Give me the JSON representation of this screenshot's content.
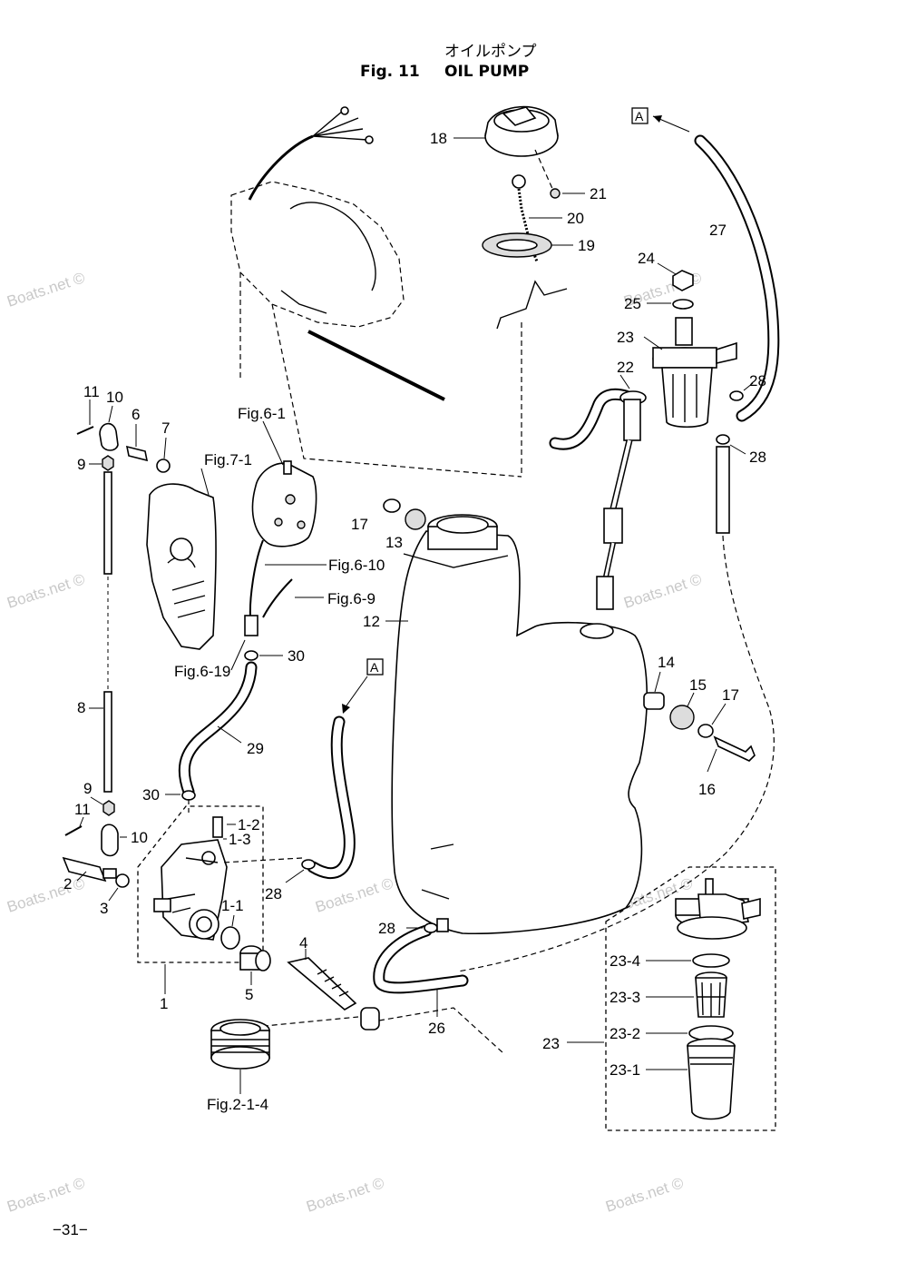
{
  "header": {
    "title_jp": "オイルポンプ",
    "fig_label": "Fig. 11",
    "title_en": "OIL PUMP"
  },
  "page_number": "−31−",
  "watermark": "Boats.net ©",
  "ref_box_label": "A",
  "callouts": {
    "c1": "1",
    "c1_1": "1-1",
    "c1_2": "1-2",
    "c1_3": "1-3",
    "c2": "2",
    "c3": "3",
    "c4": "4",
    "c5": "5",
    "c6": "6",
    "c7": "7",
    "c8": "8",
    "c9a": "9",
    "c9b": "9",
    "c10a": "10",
    "c10b": "10",
    "c11a": "11",
    "c11b": "11",
    "c12": "12",
    "c13": "13",
    "c14": "14",
    "c15": "15",
    "c16": "16",
    "c17a": "17",
    "c17b": "17",
    "c18": "18",
    "c19": "19",
    "c20": "20",
    "c21": "21",
    "c22": "22",
    "c23a": "23",
    "c23b": "23",
    "c23_1": "23-1",
    "c23_2": "23-2",
    "c23_3": "23-3",
    "c23_4": "23-4",
    "c24": "24",
    "c25": "25",
    "c26": "26",
    "c27": "27",
    "c28a": "28",
    "c28b": "28",
    "c28c": "28",
    "c28d": "28",
    "c29": "29",
    "c30a": "30",
    "c30b": "30"
  },
  "fig_refs": {
    "fig6_1": "Fig.6-1",
    "fig7_1": "Fig.7-1",
    "fig6_10": "Fig.6-10",
    "fig6_9": "Fig.6-9",
    "fig6_19": "Fig.6-19",
    "fig2_1_4": "Fig.2-1-4"
  }
}
